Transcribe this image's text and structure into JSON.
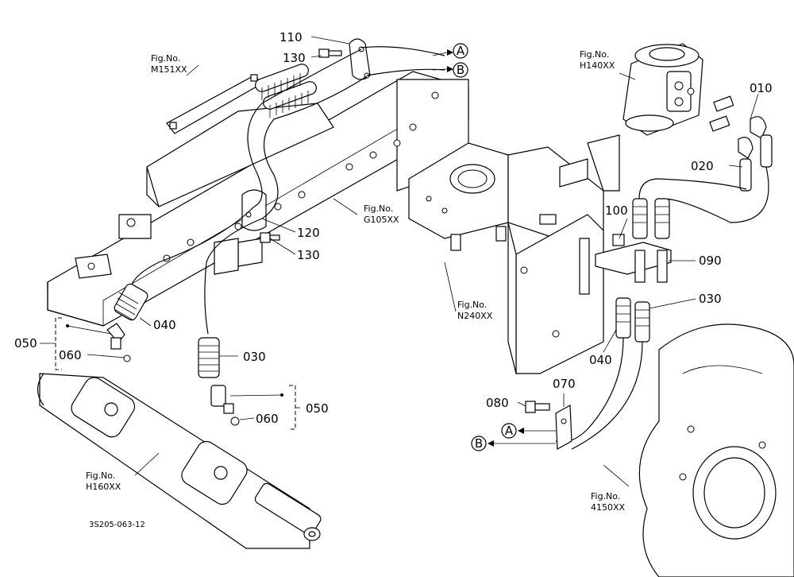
{
  "parts": {
    "p110": "110",
    "p130a": "130",
    "p120": "120",
    "p130b": "130",
    "p040a": "040",
    "p050a": "050",
    "p060a": "060",
    "p030a": "030",
    "p060b": "060",
    "p050b": "050",
    "p010": "010",
    "p020": "020",
    "p100": "100",
    "p090": "090",
    "p030b": "030",
    "p040b": "040",
    "p070": "070",
    "p080": "080"
  },
  "figs": {
    "m151_a": "Fig.No.",
    "m151_b": "M151XX",
    "g105_a": "Fig.No.",
    "g105_b": "G105XX",
    "h140_a": "Fig.No.",
    "h140_b": "H140XX",
    "n240_a": "Fig.No.",
    "n240_b": "N240XX",
    "h160_a": "Fig.No.",
    "h160_b": "H160XX",
    "i150_a": "Fig.No.",
    "i150_b": "4150XX"
  },
  "connectors": {
    "a1": "A",
    "b1": "B",
    "a2": "A",
    "b2": "B"
  },
  "drawing_code": "3S205-063-12"
}
